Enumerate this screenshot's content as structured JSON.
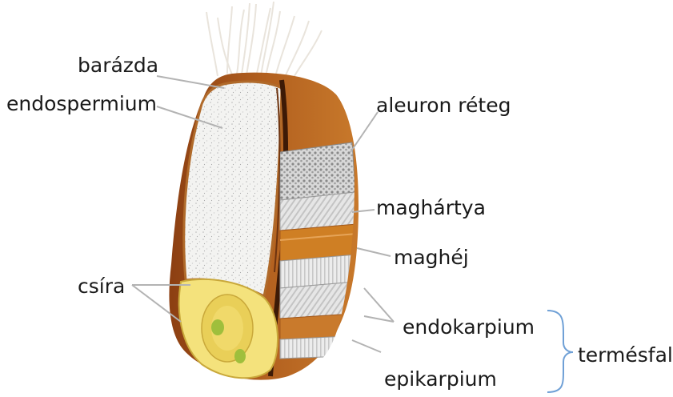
{
  "labels": {
    "barazda": "barázda",
    "endospermium": "endospermium",
    "aleuron": "aleuron réteg",
    "maghartya": "maghártya",
    "maghej": "maghéj",
    "csira": "csíra",
    "endokarpium": "endokarpium",
    "epikarpium": "epikarpium",
    "termesfal": "termésfal"
  },
  "colors": {
    "husk": "#a8521c",
    "endosperm": "#f2f2f0",
    "germ": "#f3e27a",
    "seed_coat": "#cf7f24",
    "leader_line": "#b5b5b5"
  }
}
